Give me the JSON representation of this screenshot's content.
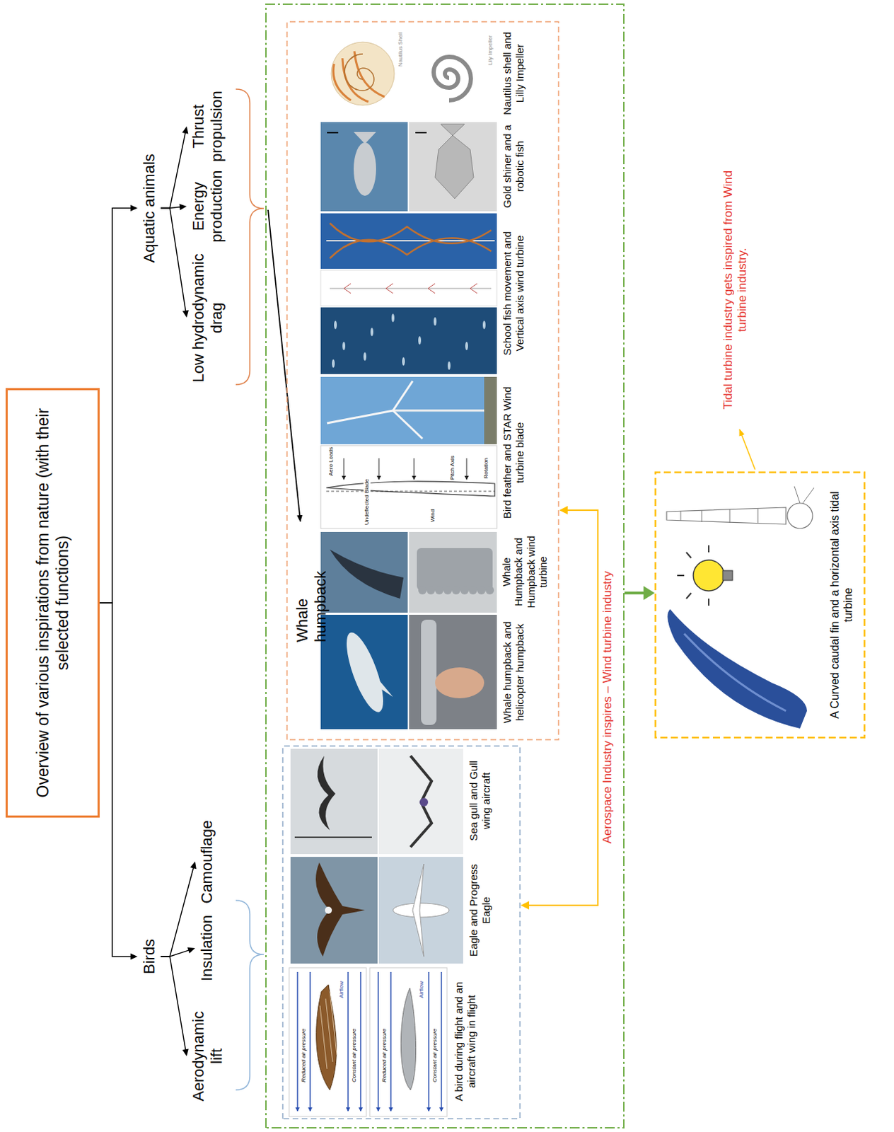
{
  "diagram": {
    "nodes": [
      {
        "text": [
          "Overview of various inspirations from nature (with their selected functions)"
        ]
      },
      {
        "text": [
          "Aquatic animals"
        ]
      },
      {
        "text": [
          "Low hydrodynamic drag"
        ]
      },
      {
        "text": [
          "Energy production"
        ]
      },
      {
        "text": [
          "Thrust propulsion"
        ]
      },
      {
        "text": [
          "Birds"
        ]
      },
      {
        "text": [
          "Aerodynamic lift"
        ]
      },
      {
        "text": [
          "Insulation"
        ]
      },
      {
        "text": [
          "Camouflage"
        ]
      },
      {
        "text": []
      },
      {
        "text": [],
        "in": 9
      },
      {
        "text": [
          "A bird during flight and an aircraft wing in flight"
        ],
        "in": 10
      },
      {
        "text": [
          "Eagle and Progress Eagle"
        ],
        "in": 10
      },
      {
        "text": [
          "Sea gull and Gull wing aircraft"
        ],
        "in": 10
      },
      {
        "text": [
          "Whale humpback"
        ],
        "in": 9
      },
      {
        "text": [
          "Whale humpback and helicopter humpback"
        ],
        "in": 14
      },
      {
        "text": [
          "Whale Humpback and Humpback wind turbine"
        ],
        "in": 14
      },
      {
        "text": [
          "Bird feather and STAR Wind turbine blade"
        ],
        "in": 14
      },
      {
        "text": [
          "School fish movement and Vertical axis wind turbine"
        ],
        "in": 14
      },
      {
        "text": [
          "Gold shiner and a robotic fish"
        ],
        "in": 14
      },
      {
        "text": [
          "Nautilus shell and Lilly Impeller"
        ],
        "in": 14
      },
      {
        "text": [
          "A Curved caudal fin and a horizontal axis tidal turbine"
        ]
      }
    ],
    "edges": [
      {
        "from": 0,
        "to": 1,
        "arrow": "to"
      },
      {
        "from": 0,
        "to": 5,
        "arrow": "to"
      },
      {
        "from": 1,
        "to": 2,
        "arrow": "to"
      },
      {
        "from": 1,
        "to": 3,
        "arrow": "to"
      },
      {
        "from": 1,
        "to": 4,
        "arrow": "to"
      },
      {
        "from": 5,
        "to": 6,
        "arrow": "to"
      },
      {
        "from": 5,
        "to": 7,
        "arrow": "to"
      },
      {
        "from": 5,
        "to": 8,
        "arrow": "to"
      },
      {
        "from": 10,
        "to": 14,
        "label": "Aerospace Industry inspires – Wind turbine industry",
        "arrow": "both"
      },
      {
        "from": 9,
        "to": 21,
        "arrow": "to"
      }
    ],
    "labels": [
      "Tidal turbine industry gets inspired from Wind turbine industry.",
      "Reduced air pressure",
      "Constant air pressure",
      "Airflow",
      "Reduced air pressure",
      "Constant air pressure",
      "Airflow",
      "Aero Loads",
      "Undeflected Blade",
      "Wind",
      "Pitch Axis",
      "Rotation",
      "Nautilus Shell",
      "Lily Impeller"
    ]
  }
}
